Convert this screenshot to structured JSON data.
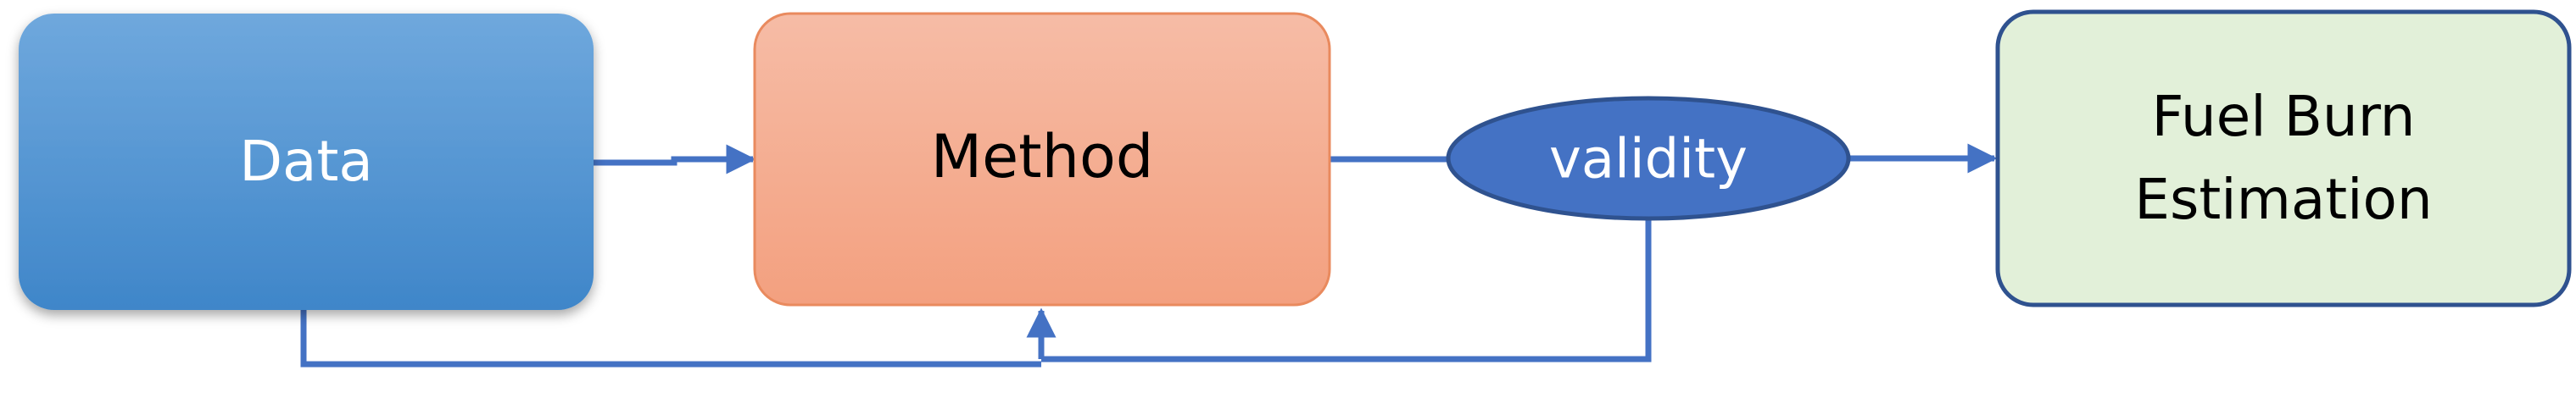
{
  "diagram": {
    "nodes": {
      "data": {
        "label": "Data"
      },
      "method": {
        "label": "Method"
      },
      "validity": {
        "label": "validity"
      },
      "fuel_burn": {
        "line1": "Fuel Burn",
        "line2": "Estimation"
      }
    },
    "colors": {
      "data_fill_top": "#6fa8dd",
      "data_fill_bottom": "#3f86c9",
      "data_text": "#ffffff",
      "method_fill_top": "#f6bca6",
      "method_fill_bottom": "#f3a07f",
      "method_stroke": "#e98a5e",
      "method_text": "#000000",
      "validity_fill": "#4472c4",
      "validity_stroke": "#2f528f",
      "validity_text": "#ffffff",
      "fuel_fill": "#e2f0d9",
      "fuel_stroke": "#2f528f",
      "fuel_text": "#000000",
      "connector": "#4472c4"
    }
  }
}
